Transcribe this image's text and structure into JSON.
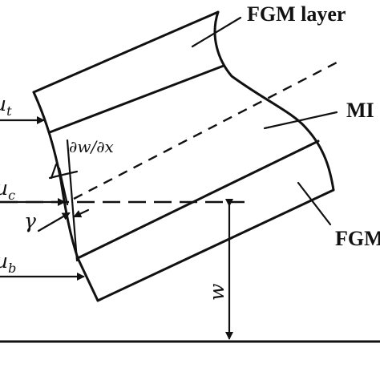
{
  "labels": {
    "fgm_top": "FGM layer",
    "middle": "MI",
    "fgm_bottom": "FGM",
    "u_t": "u",
    "u_t_sub": "t",
    "u_c": "u",
    "u_c_sub": "c",
    "u_b": "u",
    "u_b_sub": "b",
    "slope": "∂w/∂x",
    "gamma": "γ",
    "w": "w"
  }
}
